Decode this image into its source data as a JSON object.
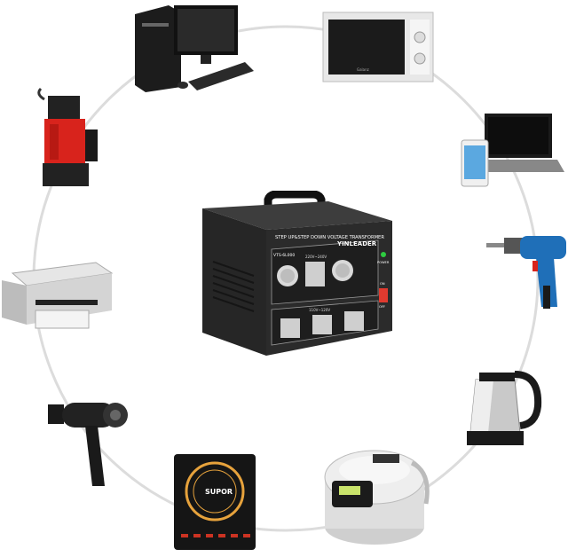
{
  "transformer": {
    "title": "STEP UP&STEP DOWN VOLTAGE TRANSFORMER",
    "brand": "YINLEADER",
    "model": "VTS-6L000",
    "range_high": "220V~240V",
    "range_low": "110V~120V",
    "power_label": "POWER",
    "on_label": "ON",
    "off_label": "OFF"
  },
  "cooktop": {
    "brand": "SUPOR"
  },
  "microwave": {
    "brand": "Galanz"
  },
  "colors": {
    "circle": "#dcdcdc",
    "transformer_body": "#2b2b2b",
    "pump_red": "#d8231c",
    "drill_blue": "#1f6fb8",
    "power_led": "#2ecc40",
    "switch_red": "#e03a2f"
  }
}
